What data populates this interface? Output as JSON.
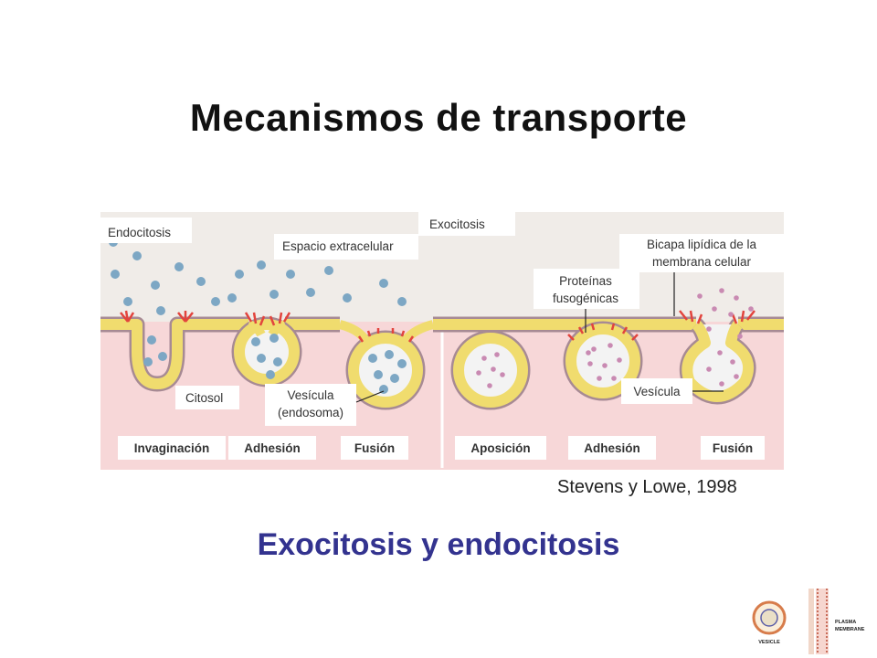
{
  "title": "Mecanismos de transporte",
  "subtitle": "Exocitosis y endocitosis",
  "citation": "Stevens y Lowe, 1998",
  "colors": {
    "title": "#111111",
    "subtitle": "#33338f",
    "extracellular": "#f0ece8",
    "cytosol": "#f7d7d8",
    "membrane": "#f0dc6e",
    "membrane_edge": "#a78a94",
    "protein": "#e2443d",
    "endocytic_cargo": "#7da7c4",
    "exocytic_cargo": "#c98ab2"
  },
  "diagram": {
    "labels": {
      "endocitosis": "Endocitosis",
      "exocitosis": "Exocitosis",
      "espacio_extracelular": "Espacio extracelular",
      "bicapa_1": "Bicapa lipídica de la",
      "bicapa_2": "membrana celular",
      "proteinas_1": "Proteínas",
      "proteinas_2": "fusogénicas",
      "citosol": "Citosol",
      "vesicula_endosoma_1": "Vesícula",
      "vesicula_endosoma_2": "(endosoma)",
      "vesicula": "Vesícula"
    },
    "steps": [
      "Invaginación",
      "Adhesión",
      "Fusión",
      "Aposición",
      "Adhesión",
      "Fusión"
    ]
  },
  "thumbnail": {
    "vesicle_label": "VESICLE",
    "plasma_label_1": "PLASMA",
    "plasma_label_2": "MEMBRANE"
  }
}
